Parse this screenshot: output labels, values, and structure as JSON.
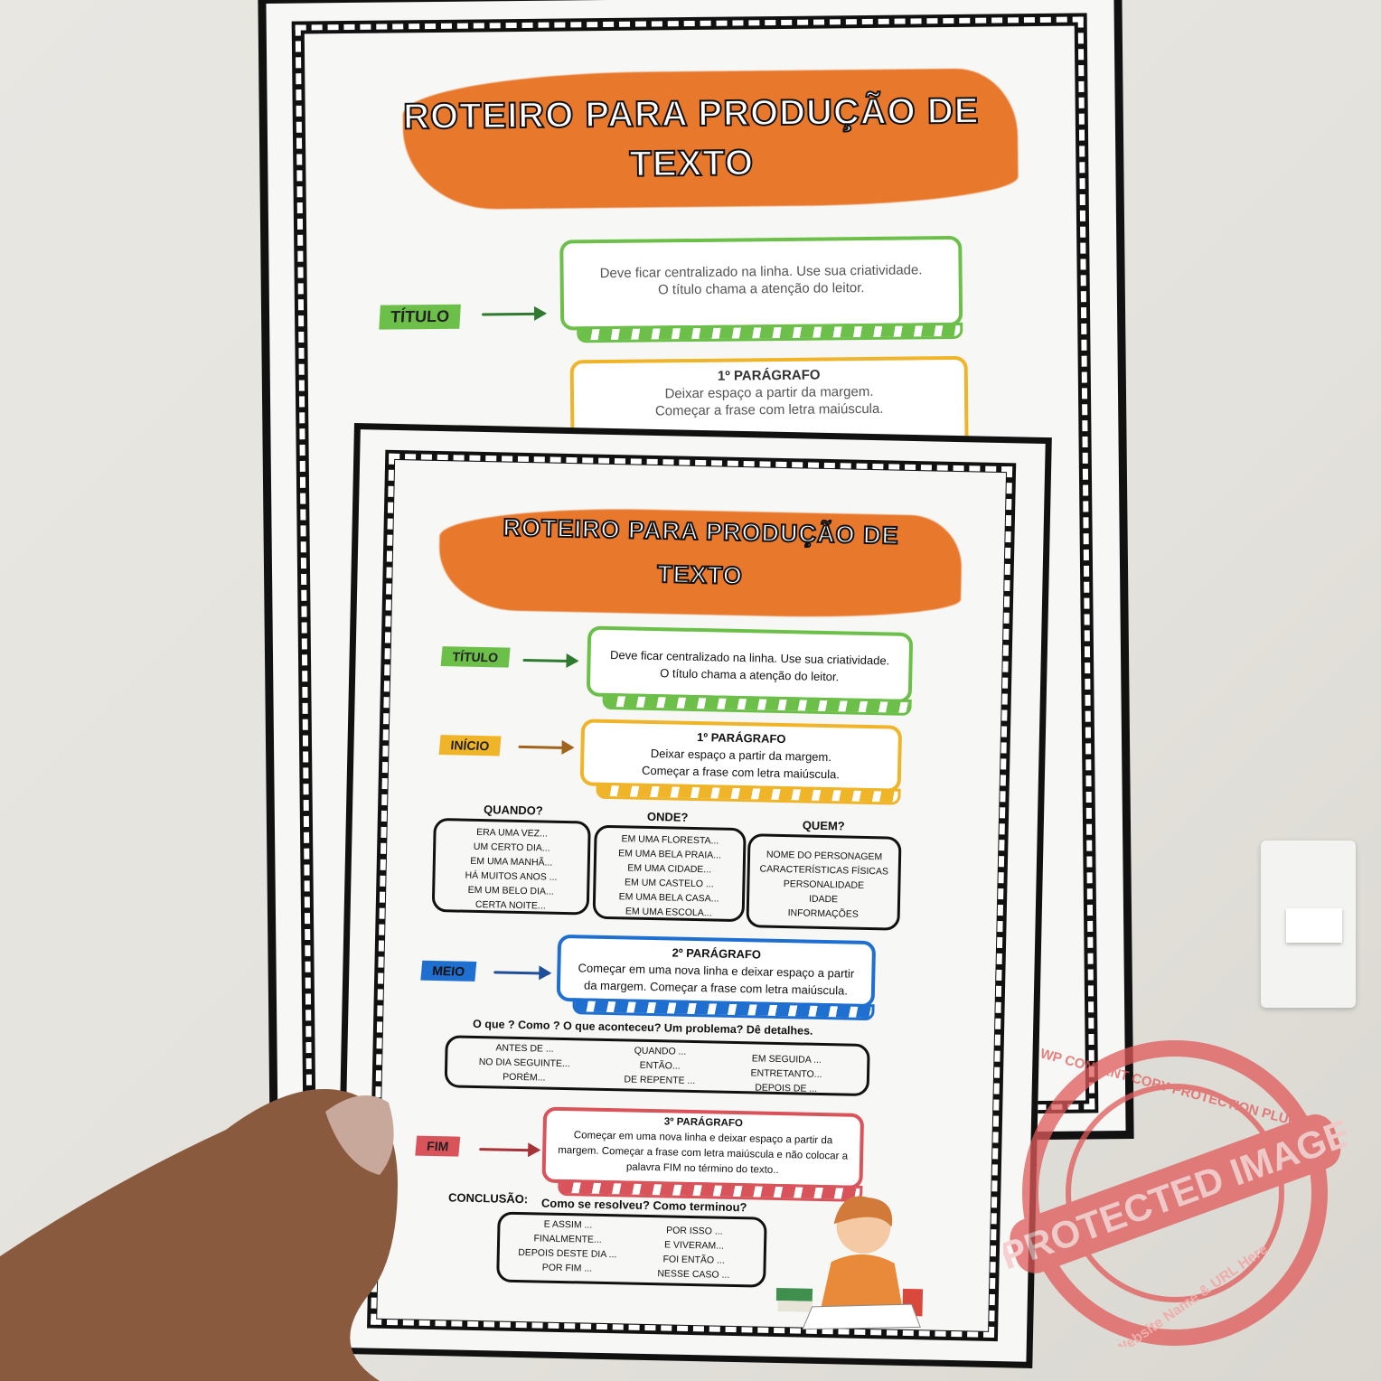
{
  "back_poster": {
    "title_line1": "ROTEIRO PARA PRODUÇÃO DE",
    "title_line2": "TEXTO",
    "titulo_label": "TÍTULO",
    "titulo_text1": "Deve ficar centralizado na linha. Use sua criatividade.",
    "titulo_text2": "O título chama a atenção do leitor.",
    "p1_heading": "1º PARÁGRAFO",
    "p1_text1": "Deixar espaço a partir da margem.",
    "p1_text2": "Começar a frase com letra maiúscula."
  },
  "sheet": {
    "title_line1": "ROTEIRO PARA PRODUÇÃO DE",
    "title_line2": "TEXTO",
    "titulo": {
      "label": "TÍTULO",
      "line1": "Deve ficar centralizado na linha. Use sua criatividade.",
      "line2": "O título chama a atenção do leitor."
    },
    "inicio": {
      "label": "INÍCIO",
      "heading": "1º PARÁGRAFO",
      "line1": "Deixar espaço a partir da margem.",
      "line2": "Começar a frase com letra maiúscula."
    },
    "quando": {
      "heading": "QUANDO?",
      "items": [
        "ERA UMA VEZ...",
        "UM CERTO DIA...",
        "EM UMA MANHÃ...",
        "HÁ MUITOS ANOS ...",
        "EM UM BELO DIA...",
        "CERTA NOITE..."
      ]
    },
    "onde": {
      "heading": "ONDE?",
      "items": [
        "EM UMA FLORESTA...",
        "EM UMA BELA PRAIA...",
        "EM UMA CIDADE...",
        "EM UM CASTELO ...",
        "EM UMA BELA CASA...",
        "EM UMA ESCOLA..."
      ]
    },
    "quem": {
      "heading": "QUEM?",
      "items": [
        "NOME DO PERSONAGEM",
        "CARACTERÍSTICAS FÍSICAS",
        "PERSONALIDADE",
        "IDADE",
        "INFORMAÇÕES"
      ]
    },
    "meio": {
      "label": "MEIO",
      "heading": "2º PARÁGRAFO",
      "line1": "Começar em uma nova linha e deixar espaço a partir",
      "line2": "da margem. Começar a frase com letra maiúscula."
    },
    "desenvolvimento": {
      "heading": "O que ? Como ? O que aconteceu? Um problema? Dê detalhes.",
      "col1": [
        "ANTES DE ...",
        "NO DIA SEGUINTE...",
        "PORÉM..."
      ],
      "col2": [
        "QUANDO ...",
        "ENTÃO...",
        "DE REPENTE ..."
      ],
      "col3": [
        "EM SEGUIDA ...",
        "ENTRETANTO...",
        "DEPOIS DE ..."
      ]
    },
    "fim": {
      "label": "FIM",
      "heading": "3º PARÁGRAFO",
      "line1": "Começar em uma nova linha e deixar espaço a partir da",
      "line2": "margem. Começar a frase com letra maiúscula e não colocar a",
      "line3": "palavra FIM no término do texto.."
    },
    "conclusao": {
      "label": "CONCLUSÃO:",
      "question": "Como se resolveu? Como terminou?",
      "col1": [
        "E ASSIM ...",
        "FINALMENTE...",
        "DEPOIS DESTE DIA ...",
        "POR FIM ..."
      ],
      "col2": [
        "POR ISSO ...",
        "E VIVERAM...",
        "FOI ENTÃO ...",
        "NESSE CASO ..."
      ]
    }
  },
  "watermark": {
    "main": "PROTECTED IMAGE",
    "ring": "WP CONTENT COPY PROTECTION PLUGIN",
    "bottom": "My Website Name & URL Here"
  },
  "colors": {
    "orange": "#e8782c",
    "green": "#6cc04a",
    "yellow": "#f0b429",
    "blue": "#1f6fd1",
    "red": "#d9535b"
  }
}
